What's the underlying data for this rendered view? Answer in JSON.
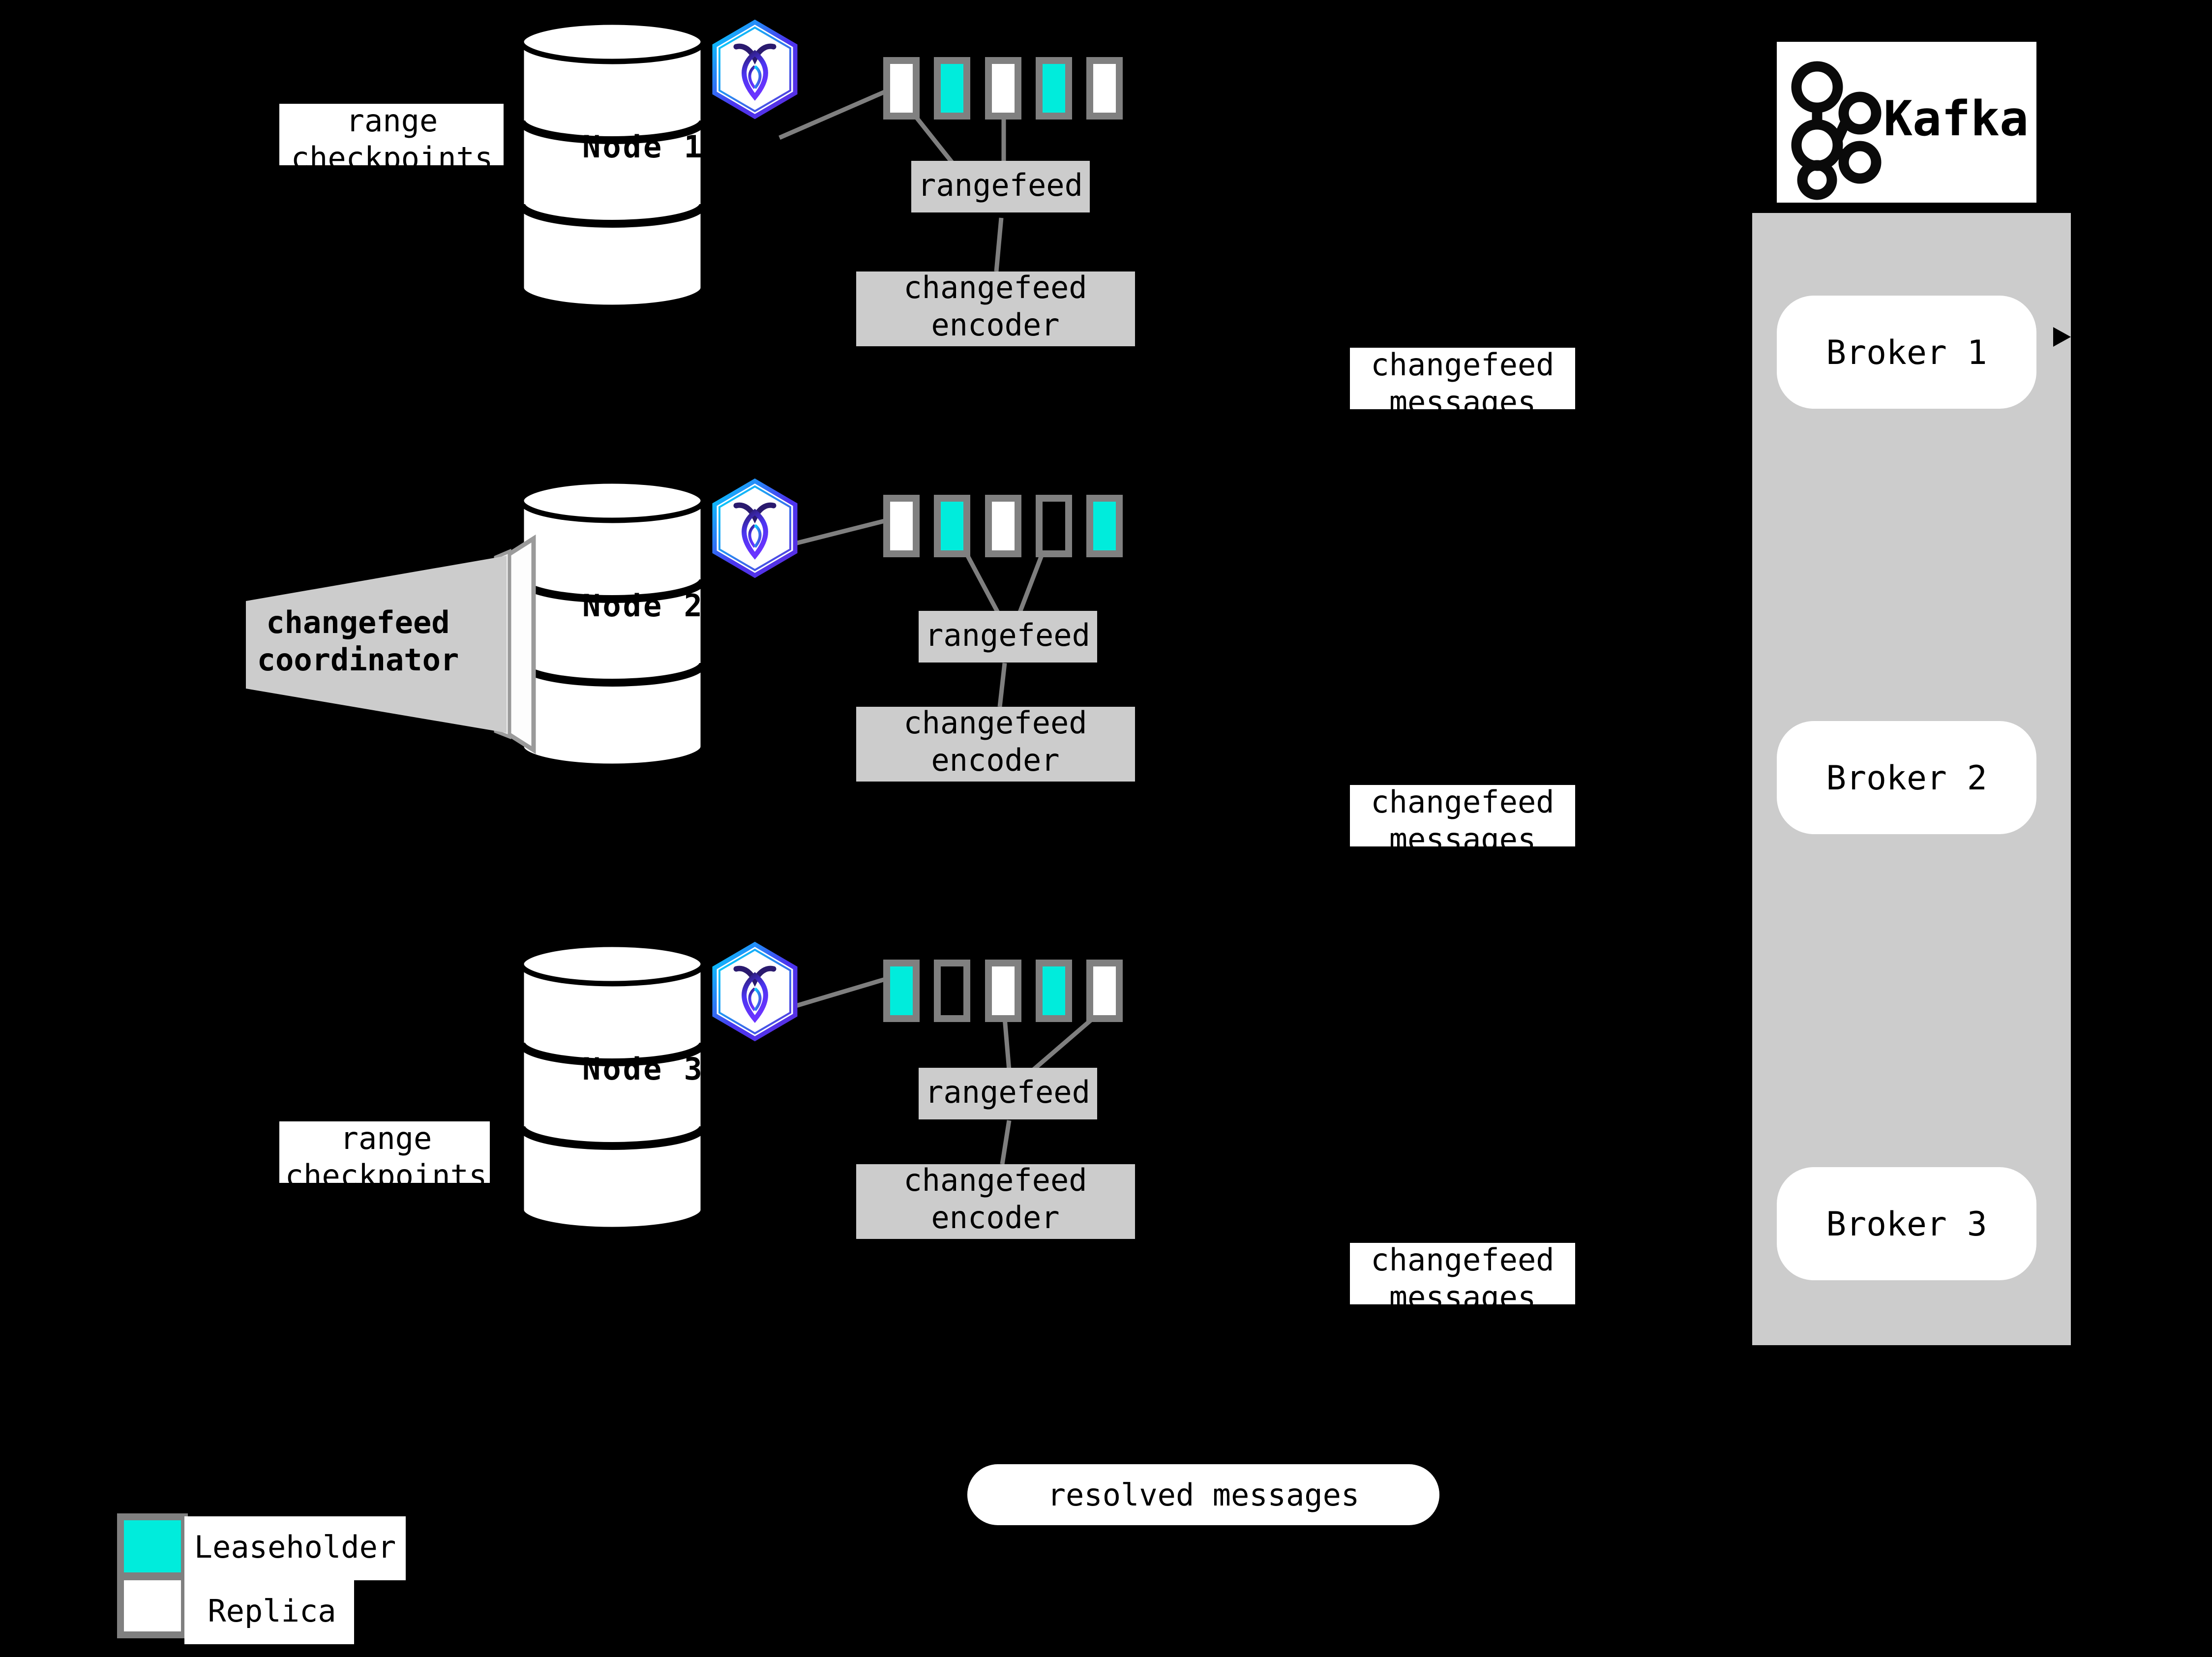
{
  "colors": {
    "background": "#000000",
    "leaseholder": "#00ecdc",
    "replica": "#ffffff",
    "range_border": "#808080",
    "box_fill": "#cccccc",
    "kafka_panel": "#cccccc",
    "node_label": "#6a33ff",
    "connector": "#7f7f7f",
    "white": "#ffffff"
  },
  "nodes": [
    {
      "label": "Node 1",
      "ranges": [
        "replica",
        "leaseholder",
        "replica",
        "leaseholder",
        "replica"
      ],
      "rangefeed_label": "rangefeed",
      "encoder_label": "changefeed\nencoder",
      "encoder_line1": "changefeed",
      "encoder_line2": "encoder",
      "side_label_line1": "range",
      "side_label_line2": "checkpoints",
      "has_side_label": true,
      "has_coordinator": false
    },
    {
      "label": "Node 2",
      "ranges": [
        "replica",
        "leaseholder",
        "replica",
        "empty",
        "leaseholder"
      ],
      "rangefeed_label": "rangefeed",
      "encoder_label": "changefeed\nencoder",
      "encoder_line1": "changefeed",
      "encoder_line2": "encoder",
      "side_label_line1": "changefeed",
      "side_label_line2": "coordinator",
      "has_side_label": false,
      "has_coordinator": true
    },
    {
      "label": "Node 3",
      "ranges": [
        "leaseholder",
        "empty",
        "replica",
        "leaseholder",
        "replica"
      ],
      "rangefeed_label": "rangefeed",
      "encoder_label": "changefeed\nencoder",
      "encoder_line1": "changefeed",
      "encoder_line2": "encoder",
      "side_label_line1": "range",
      "side_label_line2": "checkpoints",
      "has_side_label": true,
      "has_coordinator": false
    }
  ],
  "coordinator": {
    "line1": "changefeed",
    "line2": "coordinator"
  },
  "changefeed_messages": [
    {
      "line1": "changefeed",
      "line2": "messages"
    },
    {
      "line1": "changefeed",
      "line2": "messages"
    },
    {
      "line1": "changefeed",
      "line2": "messages"
    }
  ],
  "kafka": {
    "logo_text": "Kafka",
    "brokers": [
      "Broker 1",
      "Broker 2",
      "Broker 3"
    ]
  },
  "resolved_messages": {
    "label": "resolved messages"
  },
  "legend": {
    "items": [
      {
        "label": "Leaseholder",
        "swatch": "leaseholder"
      },
      {
        "label": "Replica",
        "swatch": "replica"
      }
    ]
  }
}
